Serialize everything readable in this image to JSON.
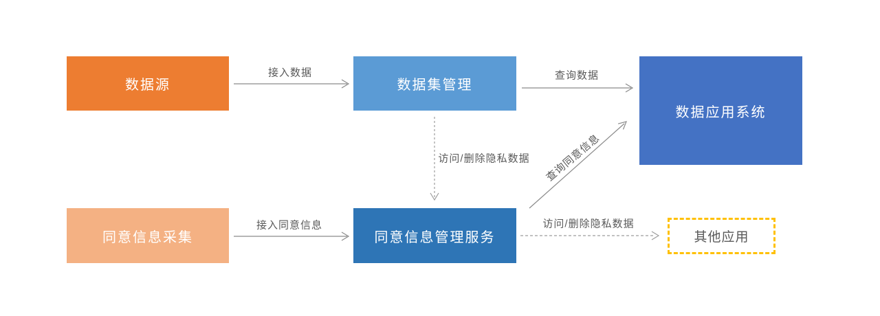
{
  "diagram": {
    "background": "#FFFFFF",
    "nodes": [
      {
        "id": "data-source",
        "label": "数据源",
        "fill": "#ED7D31",
        "text_color": "#FFFFFF"
      },
      {
        "id": "dataset-management",
        "label": "数据集管理",
        "fill": "#5B9BD5",
        "text_color": "#FFFFFF"
      },
      {
        "id": "data-application-system",
        "label": "数据应用系统",
        "fill": "#4472C4",
        "text_color": "#FFFFFF"
      },
      {
        "id": "consent-collection",
        "label": "同意信息采集",
        "fill": "#F4B183",
        "text_color": "#FFFFFF"
      },
      {
        "id": "consent-mgmt-service",
        "label": "同意信息管理服务",
        "fill": "#2E75B6",
        "text_color": "#FFFFFF"
      },
      {
        "id": "other-applications",
        "label": "其他应用",
        "fill": "#FFFFFF",
        "border_color": "#FFC000",
        "text_color": "#595959"
      }
    ],
    "edges": [
      {
        "from": "数据源",
        "to": "数据集管理",
        "label": "接入数据",
        "style": "solid"
      },
      {
        "from": "数据集管理",
        "to": "数据应用系统",
        "label": "查询数据",
        "style": "solid"
      },
      {
        "from": "数据集管理",
        "to": "同意信息管理服务",
        "label": "访问/删除隐私数据",
        "style": "dashed"
      },
      {
        "from": "同意信息采集",
        "to": "同意信息管理服务",
        "label": "接入同意信息",
        "style": "solid"
      },
      {
        "from": "同意信息管理服务",
        "to": "数据应用系统",
        "label": "查询同意信息",
        "style": "solid"
      },
      {
        "from": "同意信息管理服务",
        "to": "其他应用",
        "label": "访问/删除隐私数据",
        "style": "dashed"
      }
    ],
    "colors": {
      "arrow_solid": "#8A8A8A",
      "arrow_dashed": "#9C9C9C",
      "edge_label_text": "#595959",
      "other_app_border": "#FFC000"
    }
  }
}
